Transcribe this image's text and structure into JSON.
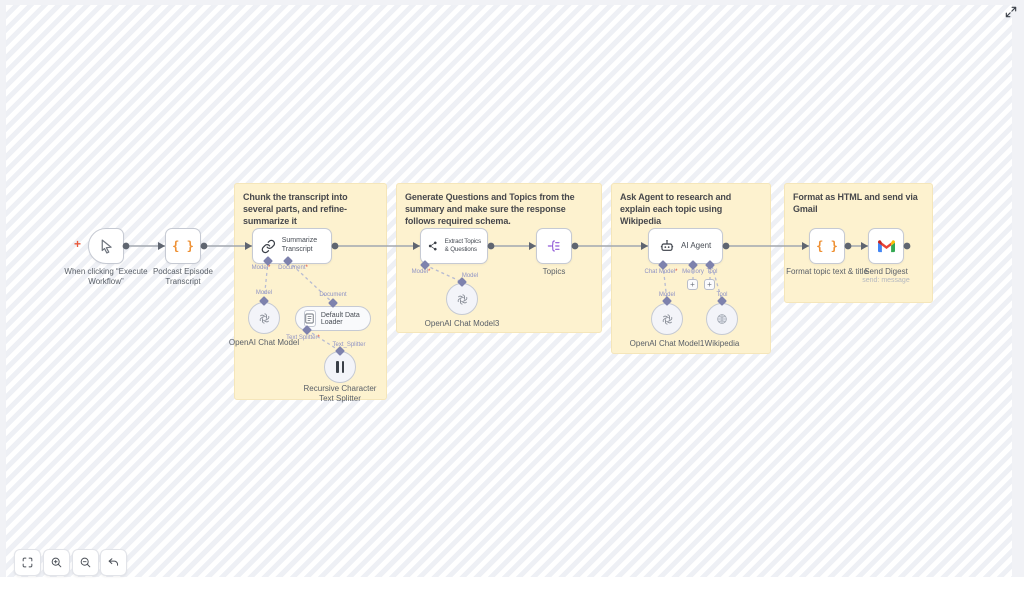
{
  "misc": {
    "plus": "+",
    "required": "*"
  },
  "stickies": [
    {
      "title": "Chunk the transcript into several parts, and refine-summarize it"
    },
    {
      "title": "Generate Questions and Topics from the summary and make sure the response follows required schema."
    },
    {
      "title": "Ask Agent to research and explain each topic using Wikipedia"
    },
    {
      "title": "Format as HTML and send via Gmail"
    }
  ],
  "nodes": {
    "trigger": {
      "label": "When clicking “Execute Workflow”"
    },
    "podcast": {
      "label": "Podcast Episode Transcript"
    },
    "summarize": {
      "title": "Summarize Transcript",
      "port_model": "Model",
      "port_document": "Document"
    },
    "openai_model": {
      "label": "OpenAI Chat Model",
      "port": "Model"
    },
    "data_loader": {
      "title": "Default Data Loader",
      "port_top": "Document",
      "port_bottom": "Text Splitter"
    },
    "text_splitter": {
      "label": "Recursive Character Text Splitter",
      "port": "Text_Splitter"
    },
    "extract": {
      "title": "Extract Topics & Questions",
      "port_model": "Model"
    },
    "openai_model3": {
      "label": "OpenAI Chat Model3",
      "port": "Model"
    },
    "topics": {
      "label": "Topics"
    },
    "agent": {
      "title": "AI Agent",
      "port_chat_model": "Chat Model",
      "port_memory": "Memory",
      "port_tool": "Tool"
    },
    "openai_model1": {
      "label": "OpenAI Chat Model1",
      "port": "Model"
    },
    "wikipedia": {
      "label": "Wikipedia",
      "port": "Tool"
    },
    "format": {
      "label": "Format topic text & title"
    },
    "gmail": {
      "label": "Send Digest",
      "sublabel": "send: message"
    }
  },
  "colors": {
    "sticky_bg": "#fdf2cf",
    "canvas_stripe": "#eef0f5",
    "accent_orange": "#ee9135",
    "topics_purple": "#9059d8",
    "connection_gray": "#a2a7b0",
    "port_diamond": "#7e82ad",
    "add_plus_red": "#e8593c",
    "gmail_logo": [
      "#4285F4",
      "#34A853",
      "#FBBC04",
      "#EA4335",
      "#C5221F"
    ]
  }
}
